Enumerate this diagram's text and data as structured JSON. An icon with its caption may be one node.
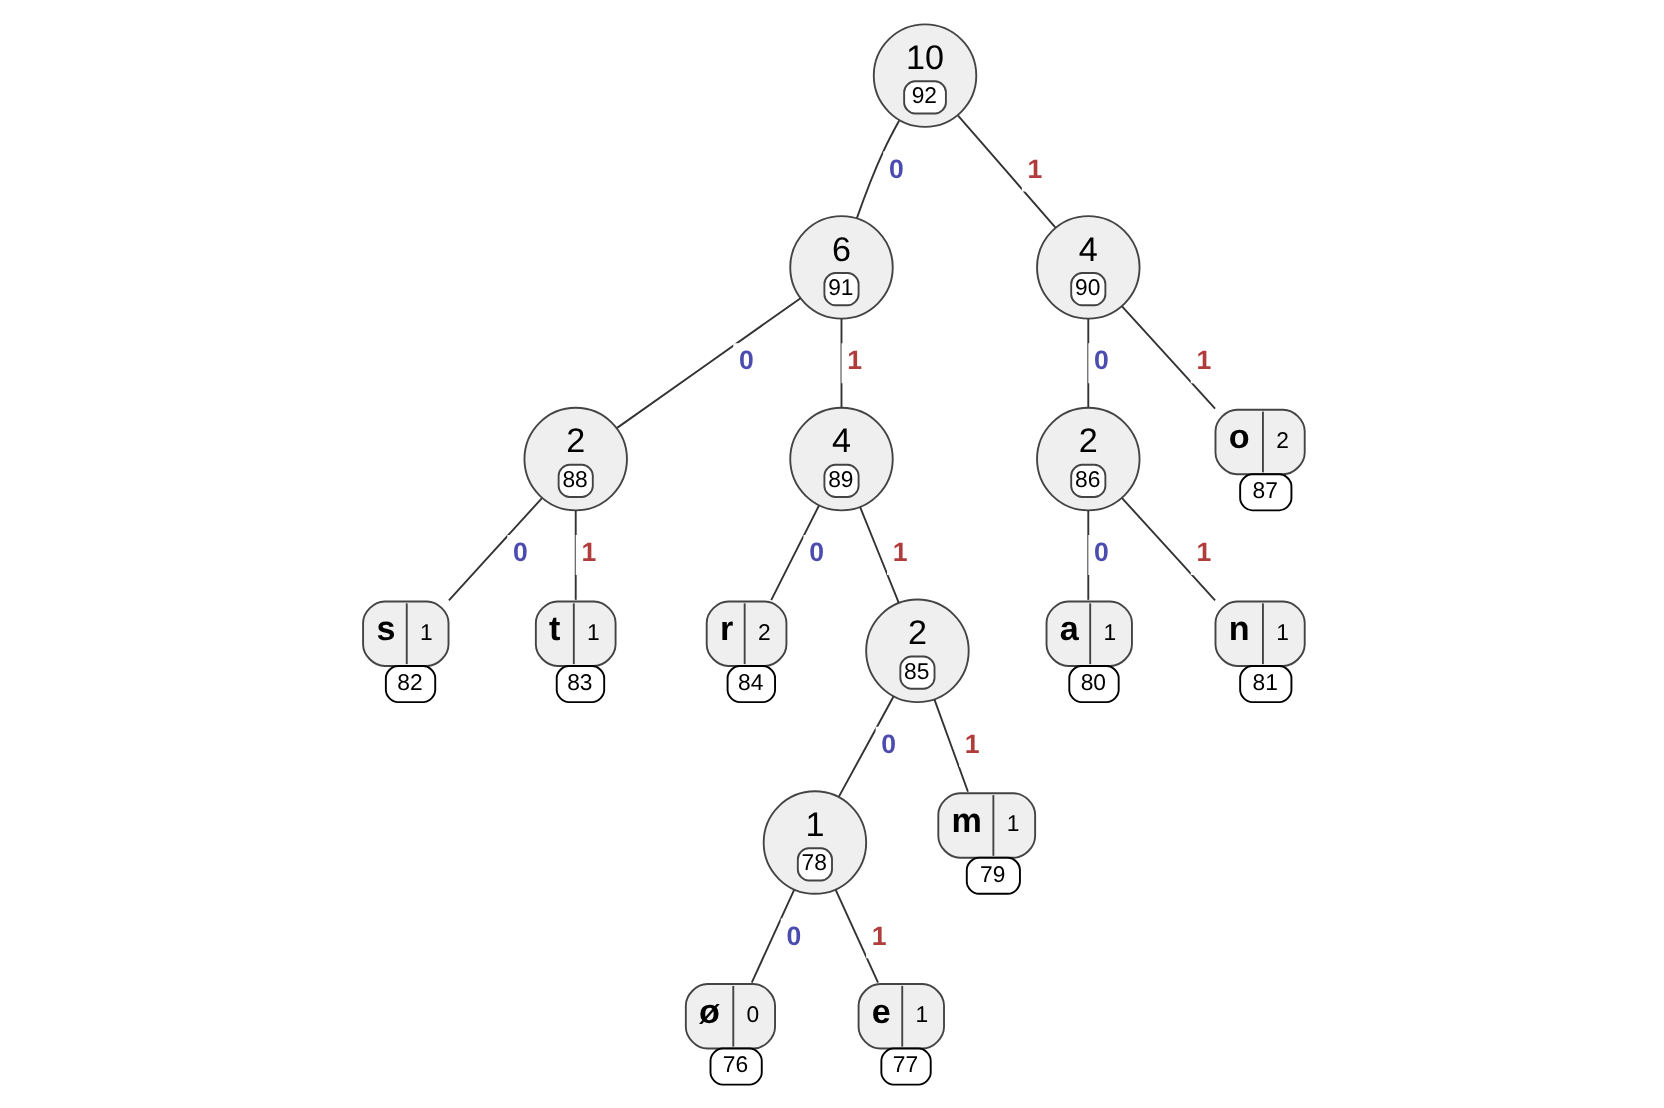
{
  "diagram": {
    "nodes": [
      {
        "text": [
          "10",
          "92"
        ]
      },
      {
        "text": [
          "6",
          "91"
        ]
      },
      {
        "text": [
          "4",
          "90"
        ]
      },
      {
        "text": [
          "2",
          "88"
        ]
      },
      {
        "text": [
          "4",
          "89"
        ]
      },
      {
        "text": [
          "2",
          "86"
        ]
      },
      {
        "text": [
          "o",
          "2",
          "87"
        ]
      },
      {
        "text": [
          "s",
          "1",
          "82"
        ]
      },
      {
        "text": [
          "t",
          "1",
          "83"
        ]
      },
      {
        "text": [
          "r",
          "2",
          "84"
        ]
      },
      {
        "text": [
          "2",
          "85"
        ]
      },
      {
        "text": [
          "a",
          "1",
          "80"
        ]
      },
      {
        "text": [
          "n",
          "1",
          "81"
        ]
      },
      {
        "text": [
          "1",
          "78"
        ]
      },
      {
        "text": [
          "m",
          "1",
          "79"
        ]
      },
      {
        "text": [
          "ø",
          "0",
          "76"
        ]
      },
      {
        "text": [
          "e",
          "1",
          "77"
        ]
      }
    ],
    "edges": [
      {
        "from": 0,
        "to": 1,
        "arrow": "none",
        "label": "0"
      },
      {
        "from": 0,
        "to": 2,
        "arrow": "none",
        "label": "1"
      },
      {
        "from": 1,
        "to": 3,
        "arrow": "none",
        "label": "0"
      },
      {
        "from": 1,
        "to": 4,
        "arrow": "none",
        "label": "1"
      },
      {
        "from": 2,
        "to": 5,
        "arrow": "none",
        "label": "0"
      },
      {
        "from": 2,
        "to": 6,
        "arrow": "none",
        "label": "1"
      },
      {
        "from": 3,
        "to": 7,
        "arrow": "none",
        "label": "0"
      },
      {
        "from": 3,
        "to": 8,
        "arrow": "none",
        "label": "1"
      },
      {
        "from": 4,
        "to": 9,
        "arrow": "none",
        "label": "0"
      },
      {
        "from": 4,
        "to": 10,
        "arrow": "none",
        "label": "1"
      },
      {
        "from": 5,
        "to": 11,
        "arrow": "none",
        "label": "0"
      },
      {
        "from": 5,
        "to": 12,
        "arrow": "none",
        "label": "1"
      },
      {
        "from": 10,
        "to": 13,
        "arrow": "none",
        "label": "0"
      },
      {
        "from": 10,
        "to": 14,
        "arrow": "none",
        "label": "1"
      },
      {
        "from": 13,
        "to": 15,
        "arrow": "none",
        "label": "0"
      },
      {
        "from": 13,
        "to": 16,
        "arrow": "none",
        "label": "1"
      }
    ]
  }
}
